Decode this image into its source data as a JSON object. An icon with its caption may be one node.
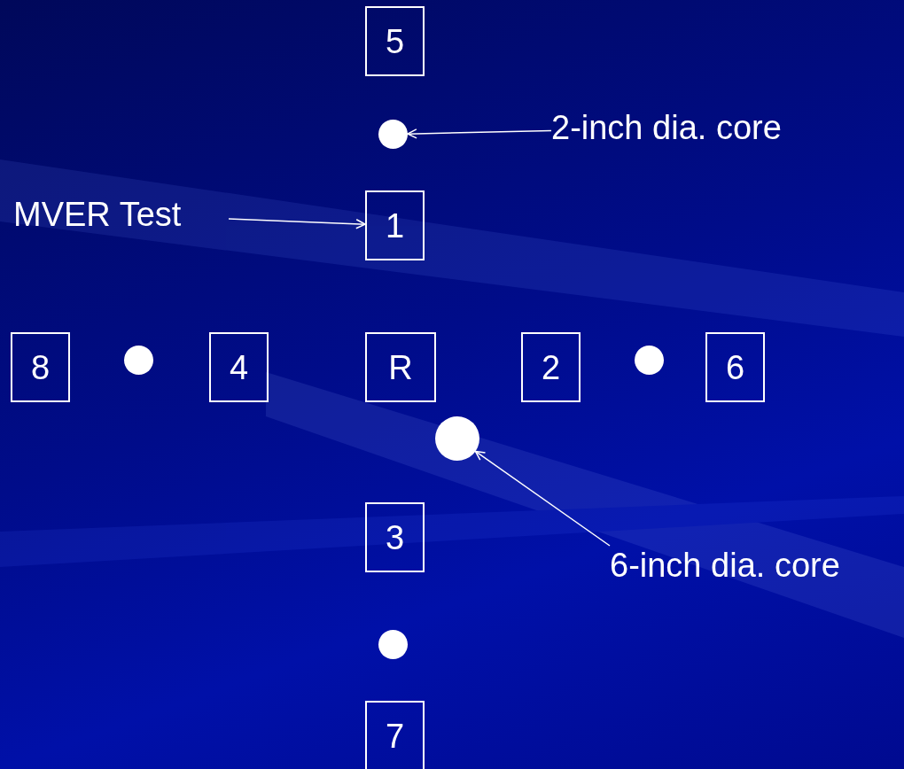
{
  "diagram": {
    "nodes": [
      {
        "text": [
          "5"
        ]
      },
      {
        "text": [],
        "shape": "circle"
      },
      {
        "text": [
          "2-inch dia. core"
        ]
      },
      {
        "text": [
          "MVER Test"
        ]
      },
      {
        "text": [
          "1"
        ]
      },
      {
        "text": [
          "8"
        ]
      },
      {
        "text": [],
        "shape": "circle"
      },
      {
        "text": [
          "4"
        ]
      },
      {
        "text": [
          "R"
        ]
      },
      {
        "text": [
          "2"
        ]
      },
      {
        "text": [],
        "shape": "circle"
      },
      {
        "text": [
          "6"
        ]
      },
      {
        "text": [],
        "shape": "circle"
      },
      {
        "text": [
          "3"
        ]
      },
      {
        "text": [
          "6-inch dia. core"
        ]
      },
      {
        "text": [],
        "shape": "circle"
      },
      {
        "text": [
          "7"
        ]
      }
    ],
    "edges": [
      {
        "from": 2,
        "to": 1,
        "arrow": "to"
      },
      {
        "from": 3,
        "to": 4,
        "arrow": "to"
      },
      {
        "from": 14,
        "to": 12,
        "arrow": "to"
      }
    ]
  }
}
